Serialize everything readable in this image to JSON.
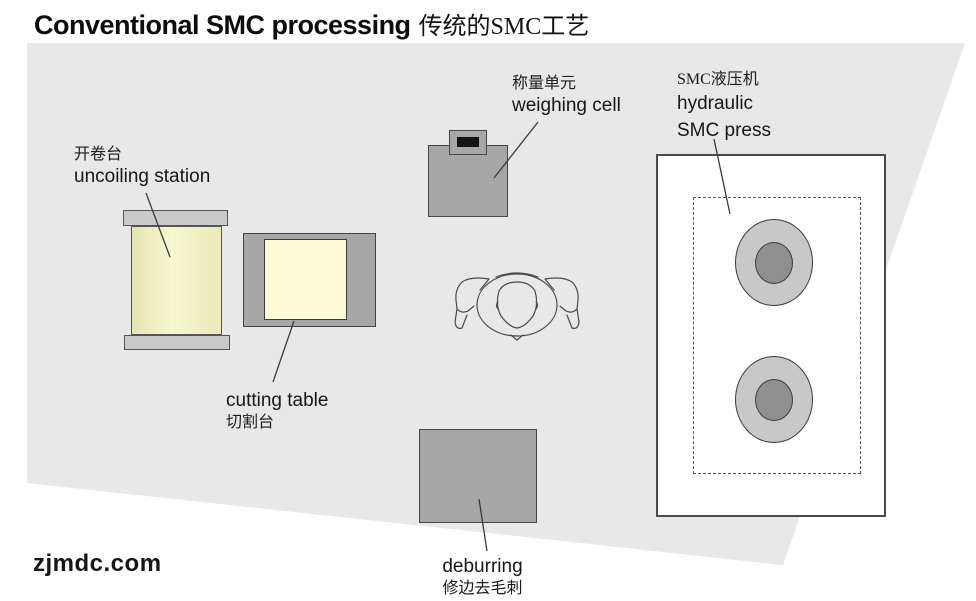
{
  "title": {
    "en": "Conventional SMC processing",
    "zh": "传统的SMC工艺"
  },
  "watermark": "zjmdc.com",
  "stations": {
    "uncoiling": {
      "zh": "开卷台",
      "en": "uncoiling station"
    },
    "weighing": {
      "zh": "称量单元",
      "en": "weighing cell"
    },
    "press": {
      "zh": "SMC液压机",
      "en_line1": "hydraulic",
      "en_line2": "SMC press"
    },
    "cutting": {
      "en": "cutting table",
      "zh": "切割台"
    },
    "deburring": {
      "en": "deburring",
      "zh": "修边去毛刺"
    }
  },
  "colors": {
    "page_background": "#ffffff",
    "platform_gray": "#e8e8e8",
    "machine_gray": "#a7a7a7",
    "cap_gray": "#c9c9c9",
    "roll_cream": "#f2f2c6",
    "sheet_cream": "#fbfbd8",
    "cavity_outer_gray": "#c8c8c8",
    "cavity_inner_gray": "#8f8f8f",
    "leader_line": "#3a3a3a"
  }
}
